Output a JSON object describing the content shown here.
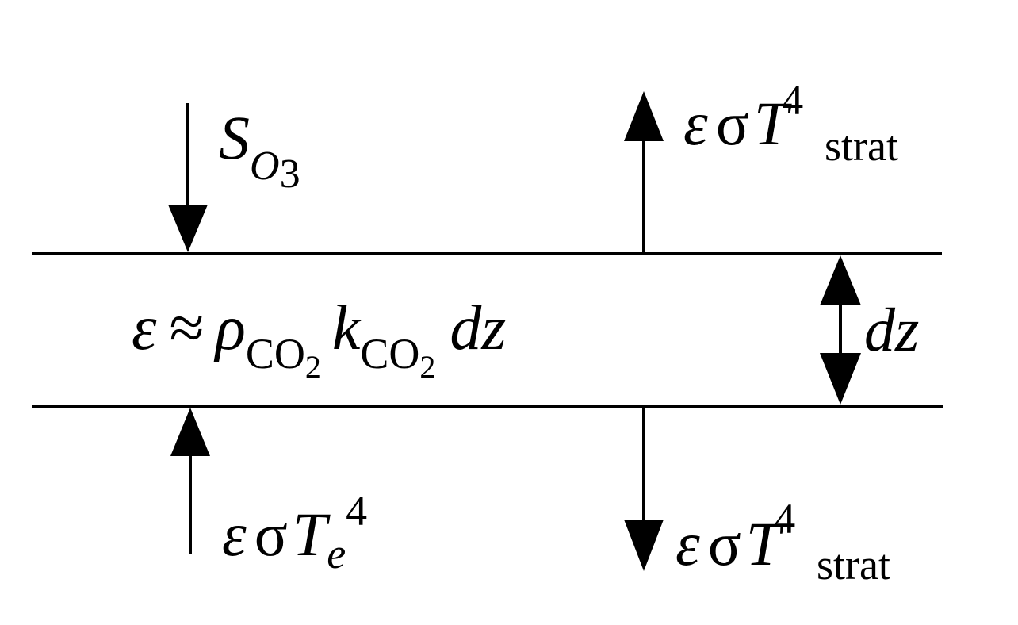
{
  "diagram": {
    "incoming_ozone": {
      "base": "S",
      "subscript": "O",
      "subscript_sub": "3"
    },
    "upward_emission_top": {
      "epsilon": "ε",
      "sigma": "σ",
      "T": "T",
      "exponent": "4",
      "subscript": "strat"
    },
    "layer_emissivity": {
      "lhs": "ε",
      "approx": "≈",
      "rho": "ρ",
      "rho_sub": "CO",
      "rho_sub_sub": "2",
      "k": "k",
      "k_sub": "CO",
      "k_sub_sub": "2",
      "dz": "dz"
    },
    "thickness_label": "dz",
    "upward_emission_surface": {
      "epsilon": "ε",
      "sigma": "σ",
      "T": "T",
      "subscript": "e",
      "exponent": "4"
    },
    "downward_emission_bottom": {
      "epsilon": "ε",
      "sigma": "σ",
      "T": "T",
      "exponent": "4",
      "subscript": "strat"
    },
    "colors": {
      "ink": "#000000",
      "background": "#ffffff"
    }
  }
}
